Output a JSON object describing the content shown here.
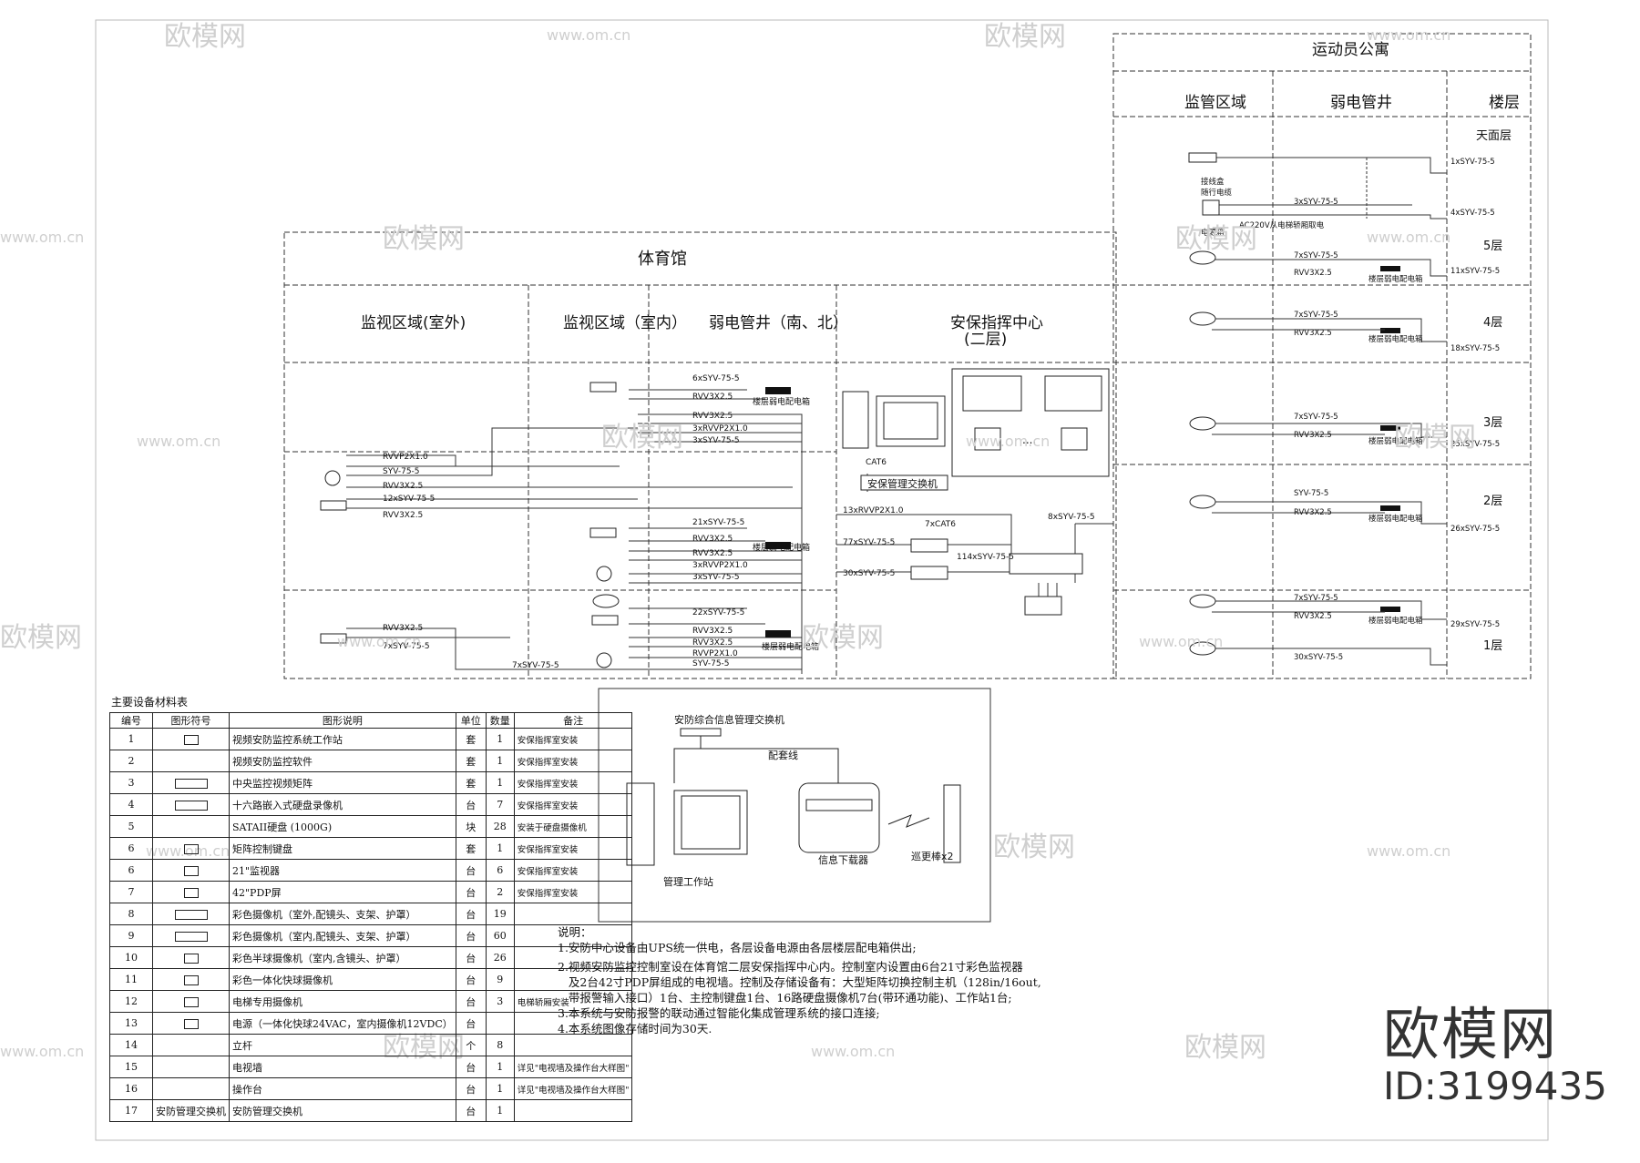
{
  "building": {
    "gym_title": "体育馆",
    "apt_title": "运动员公寓",
    "gym_cols": [
      "监视区域(室外)",
      "监视区域（室内）",
      "弱电管井（南、北）",
      "安保指挥中心",
      "(二层)"
    ],
    "apt_cols": [
      "监管区域",
      "弱电管井",
      "楼层"
    ],
    "apt_floors": [
      "天面层",
      "5层",
      "4层",
      "3层",
      "2层",
      "1层"
    ]
  },
  "cable_labels": {
    "gym": [
      "6xSYV-75-5",
      "RVV3X2.5",
      "楼层弱电配电箱",
      "RVV3X2.5",
      "3xRVVP2X1.0",
      "3xSYV-75-5",
      "RVVP2X1.0",
      "SYV-75-5",
      "RVV3X2.5",
      "12xSYV-75-5",
      "RVV3X2.5",
      "21xSYV-75-5",
      "RVV3X2.5",
      "RVV3X2.5",
      "楼层弱电配电箱",
      "3xRVVP2X1.0",
      "3xSYV-75-5",
      "22xSYV-75-5",
      "RVV3X2.5",
      "RVV3X2.5",
      "楼层弱电配电箱",
      "RVVP2X1.0",
      "SYV-75-5",
      "RVV3X2.5",
      "7xSYV-75-5",
      "7xSYV-75-5"
    ],
    "center": [
      "CAT6",
      "安保管理交换机",
      "13xRVVP2X1.0",
      "77xSYV-75-5",
      "30xSYV-75-5",
      "7xCAT6",
      "114xSYV-75-5",
      "8xSYV-75-5"
    ],
    "apt": [
      "1xSYV-75-5",
      "接线盒",
      "随行电缆",
      "3xSYV-75-5",
      "AC220V从电梯轿厢取电",
      "电源箱",
      "4xSYV-75-5",
      "7xSYV-75-5",
      "RVV3X2.5",
      "楼层弱电配电箱",
      "11xSYV-75-5",
      "7xSYV-75-5",
      "RVV3X2.5",
      "楼层弱电配电箱",
      "18xSYV-75-5",
      "7xSYV-75-5",
      "RVV3X2.5",
      "楼层弱电配电箱",
      "25xSYV-75-5",
      "SYV-75-5",
      "RVV3X2.5",
      "楼层弱电配电箱",
      "26xSYV-75-5",
      "7xSYV-75-5",
      "RVV3X2.5",
      "楼层弱电配电箱",
      "29xSYV-75-5",
      "30xSYV-75-5"
    ]
  },
  "patrol": {
    "switch_label": "安防综合信息管理交换机",
    "cable_label": "配套线",
    "workstation_label": "管理工作站",
    "downloader_label": "信息下载器",
    "patrol_stick_label": "巡更棒x2"
  },
  "table": {
    "title": "主要设备材料表",
    "headers": [
      "编号",
      "图形符号",
      "图形说明",
      "单位",
      "数量",
      "备注"
    ],
    "rows": [
      [
        "1",
        "",
        "视频安防监控系统工作站",
        "套",
        "1",
        "安保指挥室安装"
      ],
      [
        "2",
        "",
        "视频安防监控软件",
        "套",
        "1",
        "安保指挥室安装"
      ],
      [
        "3",
        "",
        "中央监控视频矩阵",
        "套",
        "1",
        "安保指挥室安装"
      ],
      [
        "4",
        "",
        "十六路嵌入式硬盘录像机",
        "台",
        "7",
        "安保指挥室安装"
      ],
      [
        "5",
        "",
        "SATAII硬盘 (1000G)",
        "块",
        "28",
        "安装于硬盘摄像机"
      ],
      [
        "6",
        "",
        "矩阵控制键盘",
        "套",
        "1",
        "安保指挥室安装"
      ],
      [
        "6",
        "",
        "21\"监视器",
        "台",
        "6",
        "安保指挥室安装"
      ],
      [
        "7",
        "",
        "42\"PDP屏",
        "台",
        "2",
        "安保指挥室安装"
      ],
      [
        "8",
        "",
        "彩色摄像机（室外,配镜头、支架、护罩）",
        "台",
        "19",
        ""
      ],
      [
        "9",
        "",
        "彩色摄像机（室内,配镜头、支架、护罩）",
        "台",
        "60",
        ""
      ],
      [
        "10",
        "",
        "彩色半球摄像机（室内,含镜头、护罩）",
        "台",
        "26",
        ""
      ],
      [
        "11",
        "",
        "彩色一体化快球摄像机",
        "台",
        "9",
        ""
      ],
      [
        "12",
        "",
        "电梯专用摄像机",
        "台",
        "3",
        "电梯轿厢安装"
      ],
      [
        "13",
        "",
        "电源（一体化快球24VAC，室内摄像机12VDC）",
        "台",
        "",
        ""
      ],
      [
        "14",
        "",
        "立杆",
        "个",
        "8",
        ""
      ],
      [
        "15",
        "",
        "电视墙",
        "台",
        "1",
        "详见\"电视墙及操作台大样图\""
      ],
      [
        "16",
        "",
        "操作台",
        "台",
        "1",
        "详见\"电视墙及操作台大样图\""
      ],
      [
        "17",
        "安防管理交换机",
        "安防管理交换机",
        "台",
        "1",
        ""
      ]
    ]
  },
  "notes": {
    "title": "说明：",
    "items": [
      "1.安防中心设备由UPS统一供电，各层设备电源由各层楼层配电箱供出;",
      "2.视频安防监控控制室设在体育馆二层安保指挥中心内。控制室内设置由6台21寸彩色监视器",
      "   及2台42寸PDP屏组成的电视墙。控制及存储设备有：大型矩阵切换控制主机（128in/16out,",
      "   带报警输入接口）1台、主控制键盘1台、16路硬盘摄像机7台(带环通功能)、工作站1台;",
      "3.本系统与安防报警的联动通过智能化集成管理系统的接口连接;",
      "4.本系统图像存储时间为30天."
    ]
  },
  "watermark": {
    "brand": "欧模网",
    "url": "www.om.cn",
    "id_text": "ID:3199435"
  }
}
